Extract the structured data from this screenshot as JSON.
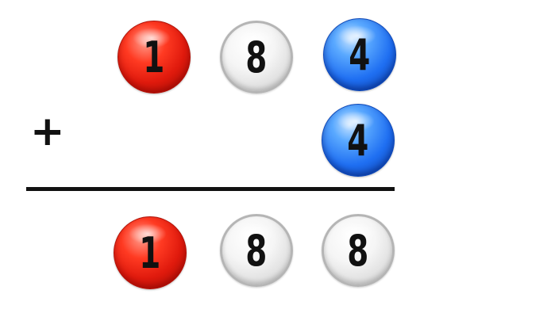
{
  "addition": {
    "top_number": [
      {
        "digit": "1",
        "color": "red"
      },
      {
        "digit": "8",
        "color": "white"
      },
      {
        "digit": "4",
        "color": "blue"
      }
    ],
    "addend": [
      {
        "digit": "4",
        "color": "blue"
      }
    ],
    "operator": "+",
    "result": [
      {
        "digit": "1",
        "color": "red"
      },
      {
        "digit": "8",
        "color": "white"
      },
      {
        "digit": "8",
        "color": "white"
      }
    ]
  },
  "colors": {
    "red": "#e8231a",
    "white": "#eeeeee",
    "blue": "#2a7af5",
    "ink": "#111111"
  }
}
